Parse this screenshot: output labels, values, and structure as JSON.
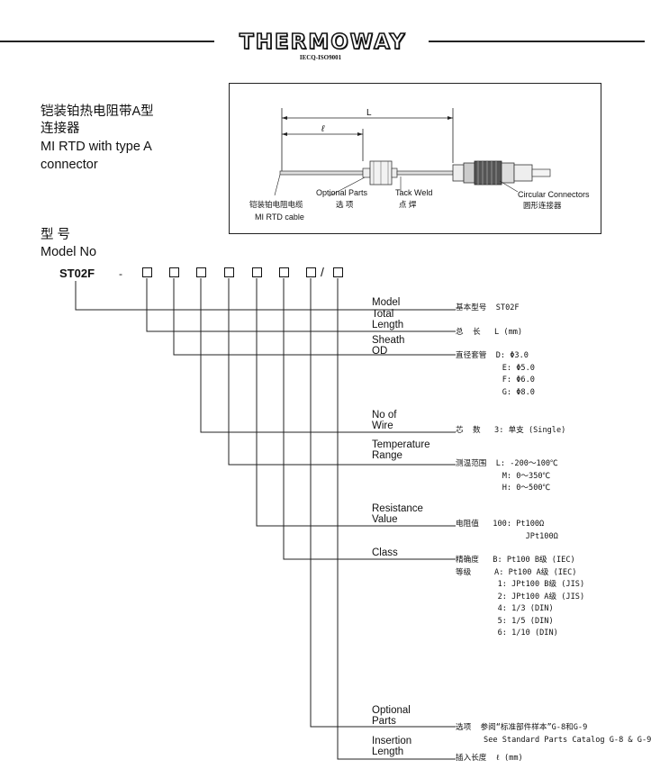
{
  "header": {
    "brand": "THERMOWAY",
    "certification": "IECQ-ISO9001"
  },
  "title": {
    "cn_line1": "铠装铂热电阻带A型",
    "cn_line2": "连接器",
    "en_line1": "MI RTD with type A",
    "en_line2": "connector"
  },
  "figure": {
    "dim_L": "L",
    "dim_l": "ℓ",
    "optional_parts_en": "Optional Parts",
    "optional_parts_cn": "选 项",
    "tack_weld_en": "Tack Weld",
    "tack_weld_cn": "点 焊",
    "circular_connectors_en": "Circular Connectors",
    "circular_connectors_cn": "圆形连接器",
    "cable_cn": "铠装铂电阻电缆",
    "cable_en": "MI RTD cable"
  },
  "model": {
    "heading_cn": "型 号",
    "heading_en": "Model No",
    "code": "ST02F",
    "separator": "-",
    "slash": "/"
  },
  "rows": [
    {
      "label": "Model",
      "desc": "基本型号  ST02F"
    },
    {
      "label": "Total\nLength",
      "desc": "总  长   L (mm)"
    },
    {
      "label": "Sheath\nOD",
      "desc": "直径套管  D: Φ3.0\n          E: Φ5.0\n          F: Φ6.0\n          G: Φ8.0"
    },
    {
      "label": "No of\nWire",
      "desc": "芯  数   3: 单支 (Single)"
    },
    {
      "label": "Temperature\nRange",
      "desc": "测温范围  L: -200～100℃\n          M: 0～350℃\n          H: 0～500℃"
    },
    {
      "label": "Resistance\nValue",
      "desc": "电阻值   100: Pt100Ω\n               JPt100Ω"
    },
    {
      "label": "Class",
      "desc": "精确度   B: Pt100 B级 (IEC)\n等级     A: Pt100 A级 (IEC)\n         1: JPt100 B级 (JIS)\n         2: JPt100 A级 (JIS)\n         4: 1/3 (DIN)\n         5: 1/5 (DIN)\n         6: 1/10 (DIN)"
    },
    {
      "label": "Optional\nParts",
      "desc": "选项  参阅“标准部件样本”G-8和G-9\n      See Standard Parts Catalog G-8 & G-9"
    },
    {
      "label": "Insertion\nLength",
      "desc": "插入长度  ℓ (mm)"
    }
  ]
}
